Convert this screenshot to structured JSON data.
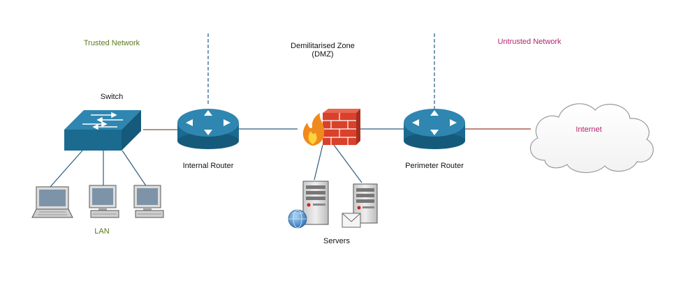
{
  "zones": {
    "trusted": "Trusted Network",
    "dmz_line1": "Demilitarised Zone",
    "dmz_line2": "(DMZ)",
    "untrusted": "Untrusted Network"
  },
  "nodes": {
    "switch": "Switch",
    "internal_router": "Internal Router",
    "perimeter_router": "Perimeter Router",
    "internet": "Internet",
    "lan": "LAN",
    "servers": "Servers"
  },
  "colors": {
    "trusted": "#5a7a1e",
    "untrusted": "#b5256f",
    "device_blue": "#1b6a8f",
    "device_top": "#2f86b0",
    "firewall_brick": "#d9412b",
    "internet_link": "#9b3a2a",
    "link": "#2b5e7c"
  }
}
